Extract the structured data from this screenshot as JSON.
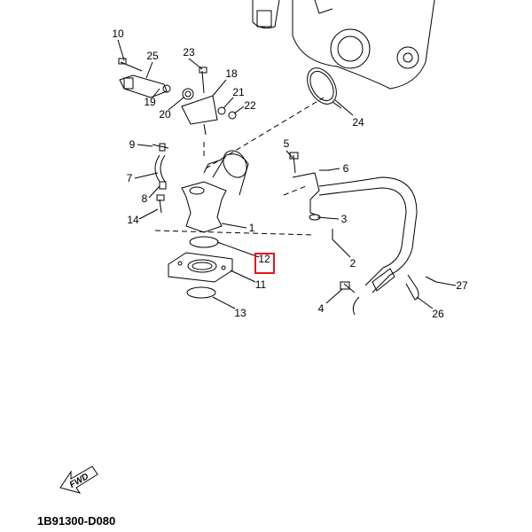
{
  "diagram_code": "1B91300-D080",
  "fwd_label": "FWD",
  "highlight_color": "#e8141c",
  "highlighted_part": "12",
  "callouts": [
    "10",
    "25",
    "23",
    "18",
    "21",
    "22",
    "19",
    "20",
    "24",
    "9",
    "5",
    "6",
    "7",
    "8",
    "14",
    "1",
    "3",
    "12",
    "2",
    "11",
    "27",
    "13",
    "4",
    "26"
  ]
}
